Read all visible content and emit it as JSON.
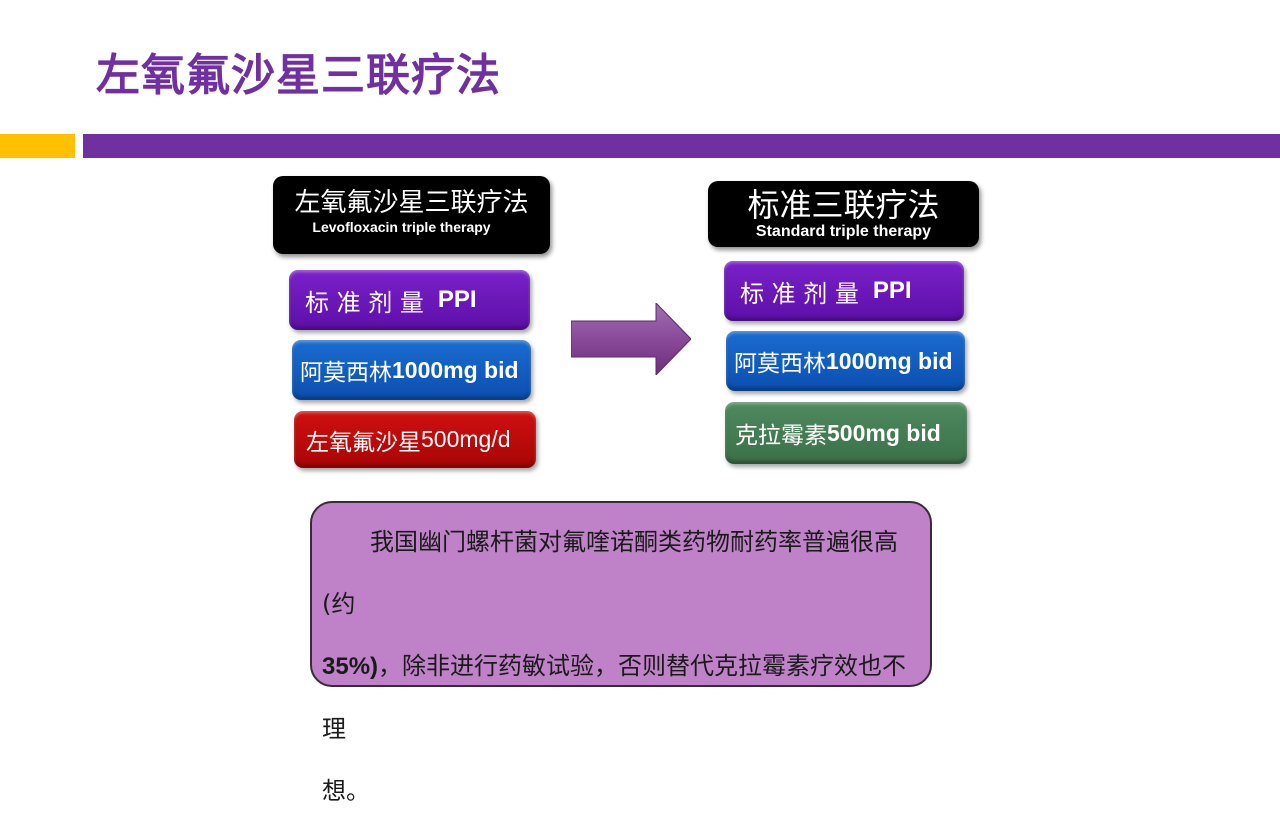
{
  "slide": {
    "title": "左氧氟沙星三联疗法",
    "colors": {
      "accent_purple": "#7030a0",
      "accent_yellow": "#ffc000"
    }
  },
  "left_panel": {
    "header_zh": "左氧氟沙星三联疗法",
    "header_en": "Levofloxacin triple therapy",
    "items": [
      {
        "zh": "标 准 剂 量",
        "en": "PPI",
        "color": "#6a18b8"
      },
      {
        "zh": "阿莫西林",
        "en": "1000mg bid",
        "color": "#0f5cc0"
      },
      {
        "zh": "左氧氟沙星",
        "en": "500mg/d",
        "color": "#c00000"
      }
    ]
  },
  "arrow": {
    "icon": "right-arrow-icon",
    "color": "#8a4a9a"
  },
  "right_panel": {
    "header_zh": "标准三联疗法",
    "header_en": "Standard triple therapy",
    "items": [
      {
        "zh": "标 准 剂 量",
        "en": "PPI",
        "color": "#6a18b8"
      },
      {
        "zh": "阿莫西林",
        "en": "1000mg bid",
        "color": "#0f5cc0"
      },
      {
        "zh": "克拉霉素",
        "en": "500mg bid",
        "color": "#457d55"
      }
    ]
  },
  "note": {
    "line1": "我国幽门螺杆菌对氟喹诺酮类药物耐药率普遍很高(约",
    "line2_bold": "35%)",
    "line2": "，除非进行药敏试验，否则替代克拉霉素疗效也不理",
    "line3": "想。"
  }
}
